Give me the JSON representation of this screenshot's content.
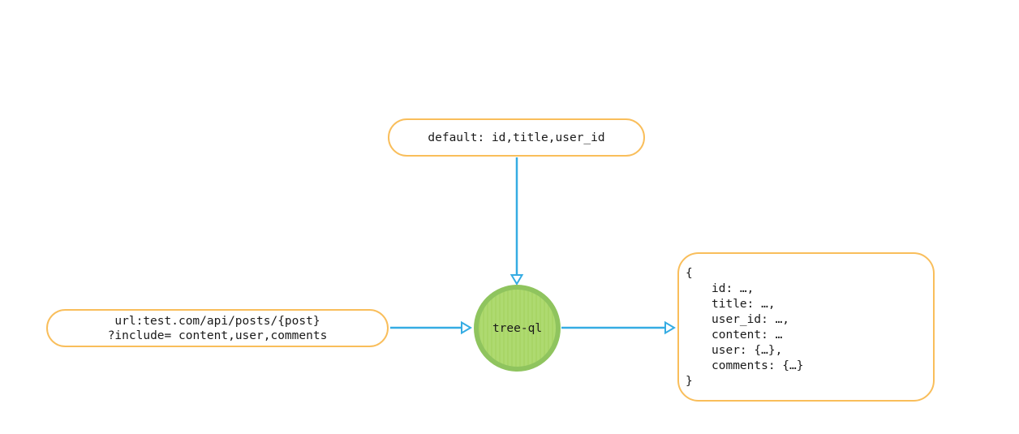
{
  "nodes": {
    "default_fields": {
      "label": "default: id,title,user_id"
    },
    "request": {
      "line1": "url:test.com/api/posts/{post}",
      "line2": "?include= content,user,comments"
    },
    "center": {
      "label": "tree-ql"
    },
    "output": {
      "lines": [
        "{",
        "id: …,",
        "title: …,",
        "user_id: …,",
        "content: …",
        "user: {…},",
        "comments: {…}",
        "}"
      ]
    }
  },
  "colors": {
    "node_border_orange": "#f9be5b",
    "arrow_blue": "#35ace3",
    "circle_ring_green": "#8fc45e",
    "circle_fill_green": "#aad768",
    "text": "#1a1a1a"
  }
}
